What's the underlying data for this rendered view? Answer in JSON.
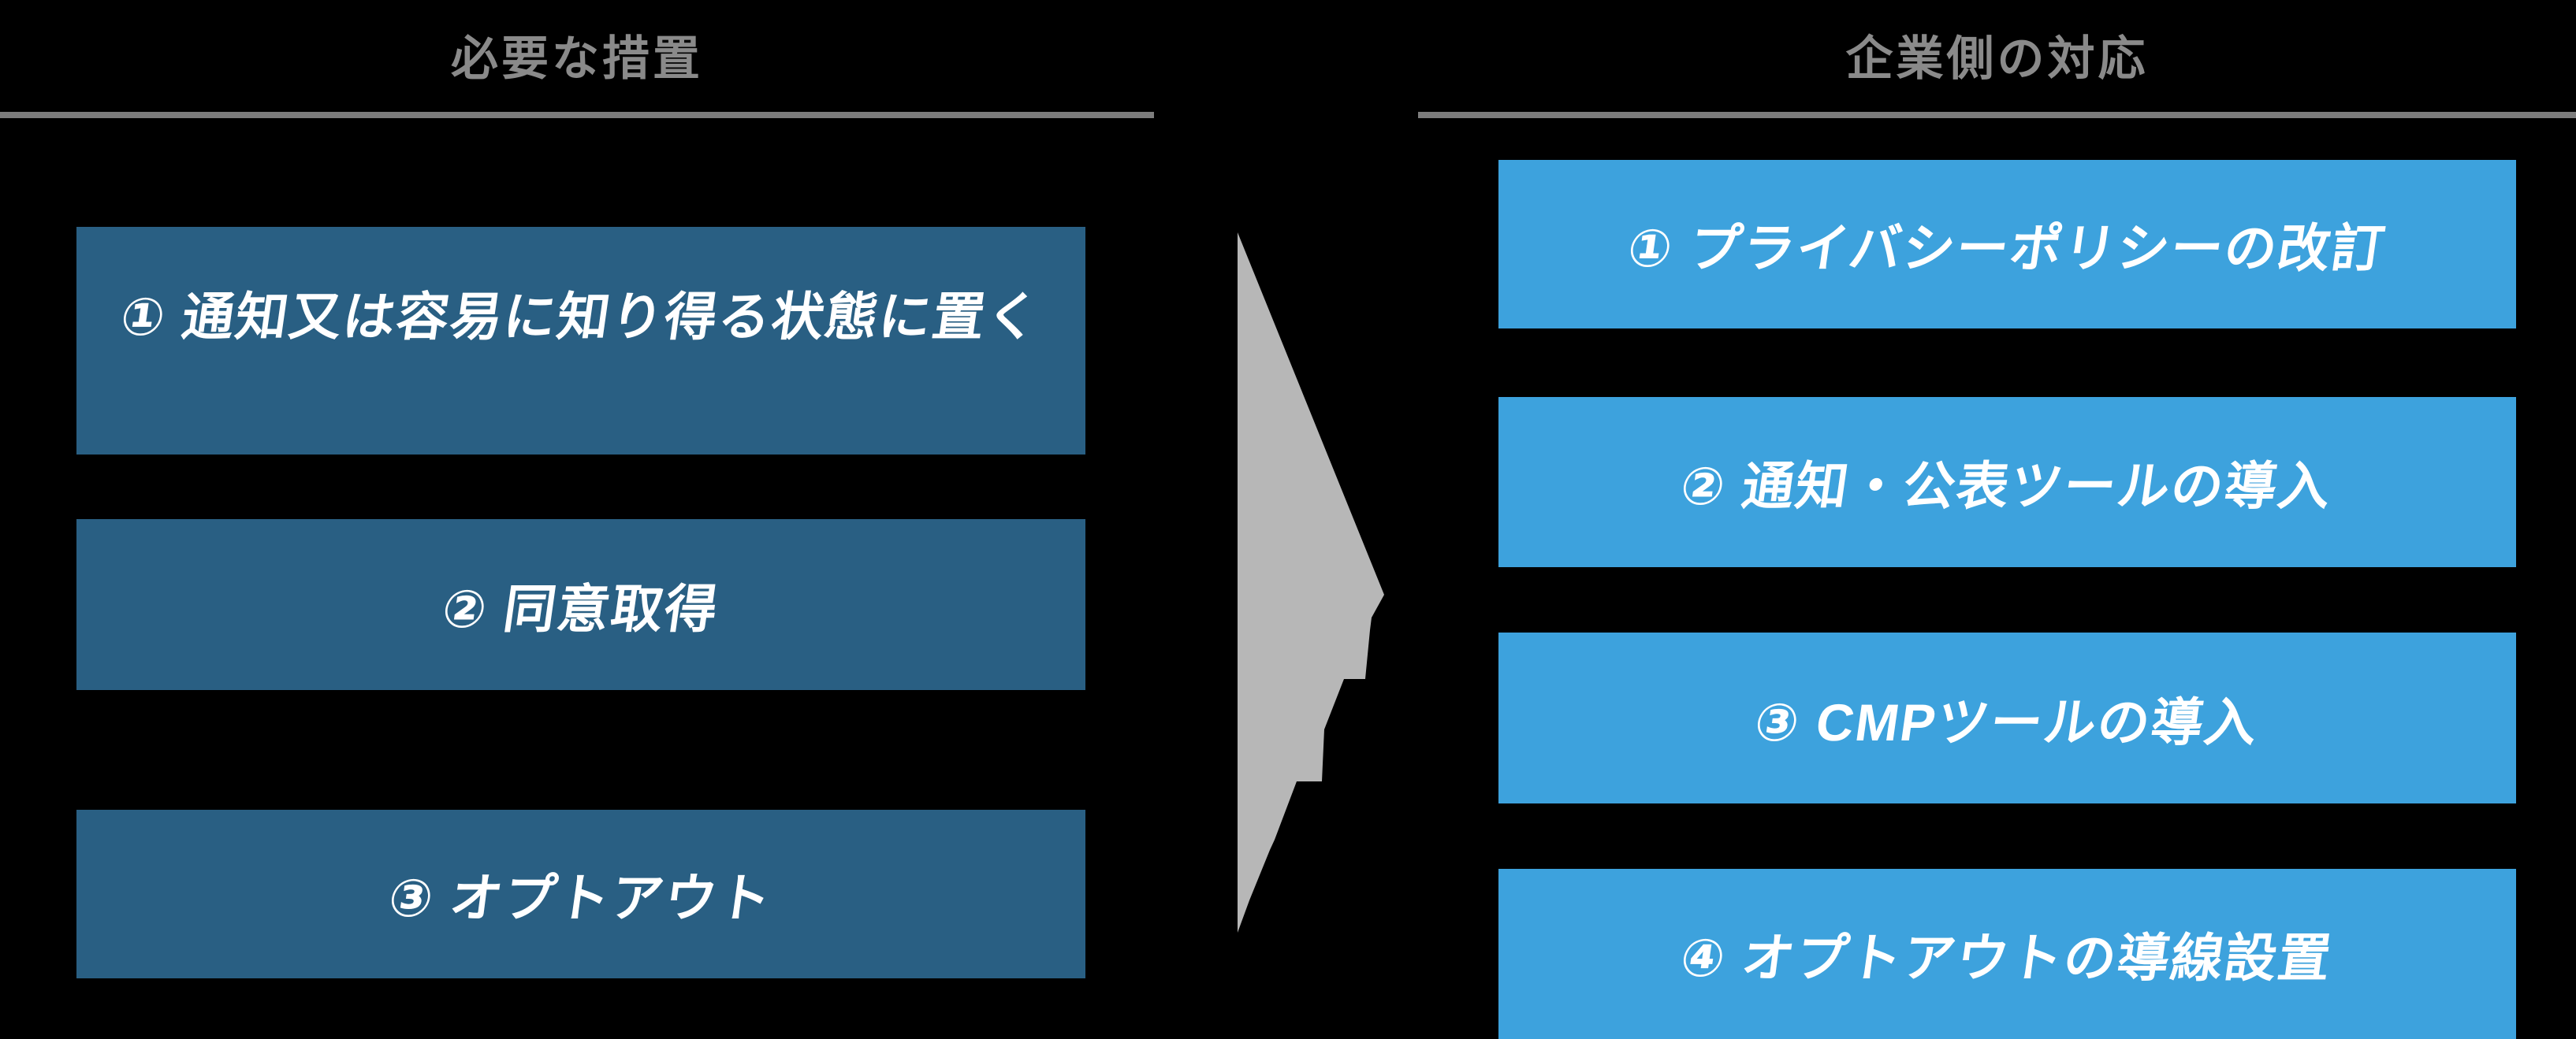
{
  "colors": {
    "bg": "#000000",
    "left_box": "#295F83",
    "right_box": "#3DA2DD",
    "arrow": "#B7B7B7",
    "header_text": "#8A8A8A",
    "line": "#7D7D7D",
    "box_text": "#FFFFFF"
  },
  "left": {
    "header": "必要な措置",
    "items": [
      {
        "label": "① 通知又は容易に知り得る状態に置く"
      },
      {
        "label": "② 同意取得"
      },
      {
        "label": "③ オプトアウト"
      }
    ]
  },
  "right": {
    "header": "企業側の対応",
    "items": [
      {
        "label": "① プライバシーポリシーの改訂"
      },
      {
        "label": "② 通知・公表ツールの導入"
      },
      {
        "label": "③ CMPツールの導入"
      },
      {
        "label": "④ オプトアウトの導線設置"
      }
    ]
  },
  "arrow": {
    "name": "flow-arrow"
  }
}
